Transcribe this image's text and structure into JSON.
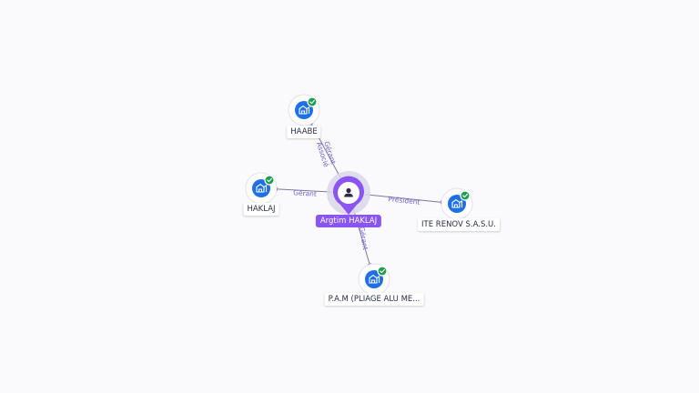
{
  "center": {
    "id": "argtim",
    "label": "Argtim HAKLAJ",
    "icon": "person-icon",
    "color": "#8a55f0"
  },
  "companies": [
    {
      "id": "haabe",
      "label": "HAABE",
      "icon": "company-icon",
      "verified": true
    },
    {
      "id": "haklaj",
      "label": "HAKLAJ",
      "icon": "company-icon",
      "verified": true
    },
    {
      "id": "ite",
      "label": "ITE RENOV S.A.S.U.",
      "icon": "company-icon",
      "verified": true
    },
    {
      "id": "pam",
      "label": "P.A.M (PLIAGE ALU ME...",
      "icon": "company-icon",
      "verified": true
    }
  ],
  "relations": [
    {
      "to": "haabe",
      "labels": [
        "Gérant",
        "Associé"
      ]
    },
    {
      "to": "haklaj",
      "labels": [
        "Gérant"
      ]
    },
    {
      "to": "ite",
      "labels": [
        "Président"
      ]
    },
    {
      "to": "pam",
      "labels": [
        "Gérant"
      ]
    }
  ],
  "colors": {
    "company": "#1f6fe5",
    "verified": "#1f9d4f",
    "edge_label": "#6c5fd4",
    "background": "#fafafc"
  }
}
